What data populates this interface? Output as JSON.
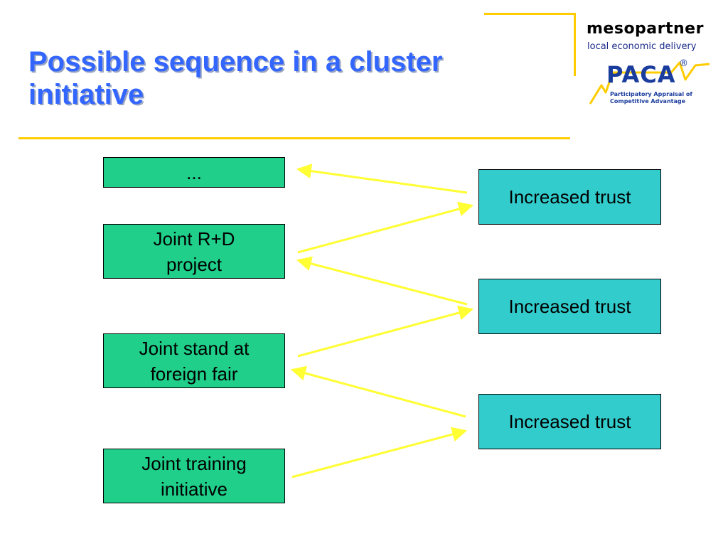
{
  "slide": {
    "title": "Possible sequence in a cluster initiative"
  },
  "logo": {
    "wordmark": "mesopartner",
    "tagline": "local economic delivery",
    "product": "PACA",
    "registered": "®",
    "product_subtitle": "Participatory Appraisal of Competitive Advantage"
  },
  "diagram": {
    "activities": [
      {
        "label": "..."
      },
      {
        "label": "Joint R+D project"
      },
      {
        "label": "Joint stand at foreign fair"
      },
      {
        "label": "Joint training initiative"
      }
    ],
    "outcomes": [
      {
        "label": "Increased trust"
      },
      {
        "label": "Increased trust"
      },
      {
        "label": "Increased trust"
      }
    ],
    "colors": {
      "activity_fill": "#1fcf8a",
      "outcome_fill": "#33cccc",
      "arrow": "#ffff33",
      "title": "#3366ff",
      "accent_rule": "#ffcc00"
    }
  }
}
